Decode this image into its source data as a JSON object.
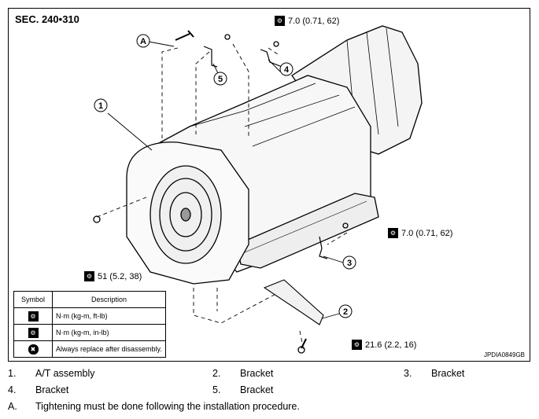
{
  "section_title": "SEC. 240•310",
  "figure_code": "JPDIA0849GB",
  "callouts": {
    "c1": "1",
    "c2": "2",
    "c3": "3",
    "c4": "4",
    "c5": "5",
    "cA": "A"
  },
  "torques": {
    "top": "7.0 (0.71, 62)",
    "right": "7.0 (0.71, 62)",
    "left": "51 (5.2, 38)",
    "bottom": "21.6 (2.2, 16)"
  },
  "symbol_table": {
    "header_symbol": "Symbol",
    "header_description": "Description",
    "rows": [
      {
        "icon": "torque-nm-kgm-ftlb-icon",
        "description": "N·m (kg-m, ft-lb)"
      },
      {
        "icon": "torque-nm-kgm-inlb-icon",
        "description": "N·m (kg-m, in-lb)"
      },
      {
        "icon": "always-replace-icon",
        "description": "Always replace after disassembly."
      }
    ]
  },
  "legend": [
    {
      "num": "1.",
      "label": "A/T assembly"
    },
    {
      "num": "2.",
      "label": "Bracket"
    },
    {
      "num": "3.",
      "label": "Bracket"
    },
    {
      "num": "4.",
      "label": "Bracket"
    },
    {
      "num": "5.",
      "label": "Bracket"
    },
    {
      "num": "A.",
      "label": "Tightening must be done following the installation procedure."
    }
  ]
}
